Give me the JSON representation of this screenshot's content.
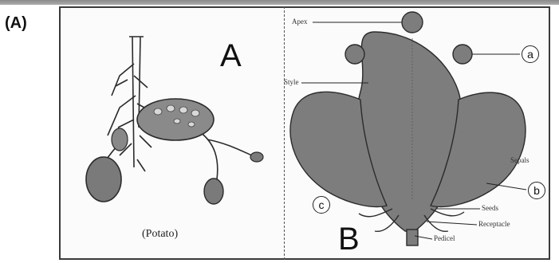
{
  "question": {
    "label": "(A)"
  },
  "panel_a": {
    "letter": "A",
    "caption": "(Potato)"
  },
  "panel_b": {
    "letter": "B",
    "labels": {
      "top": "Apex",
      "side": "Style",
      "right_mid": "Sepals",
      "bottom_r1": "Seeds",
      "bottom_r2": "Receptacle",
      "bottom_r3": "Pedicel"
    },
    "markers": [
      "a",
      "b",
      "c"
    ]
  },
  "colors": {
    "fill": "#7d7d7d",
    "stroke": "#2b2b2b",
    "ink": "#111111"
  }
}
